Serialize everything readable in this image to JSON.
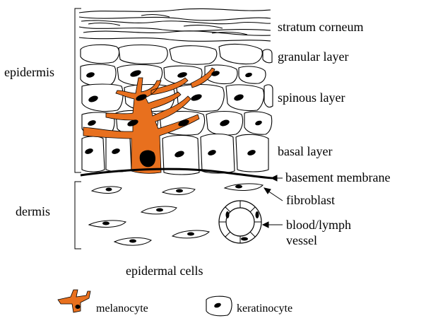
{
  "layers": {
    "stratum_corneum": "stratum corneum",
    "granular": "granular layer",
    "spinous": "spinous layer",
    "basal": "basal layer",
    "basement_membrane": "basement membrane",
    "fibroblast": "fibroblast",
    "vessel_line1": "blood/lymph",
    "vessel_line2": "vessel"
  },
  "regions": {
    "epidermis": "epidermis",
    "dermis": "dermis"
  },
  "legend": {
    "title": "epidermal cells",
    "melanocyte": "melanocyte",
    "keratinocyte": "keratinocyte"
  },
  "colors": {
    "melanocyte": "#e8701e",
    "outline": "#000000",
    "cell_fill": "#ffffff"
  }
}
